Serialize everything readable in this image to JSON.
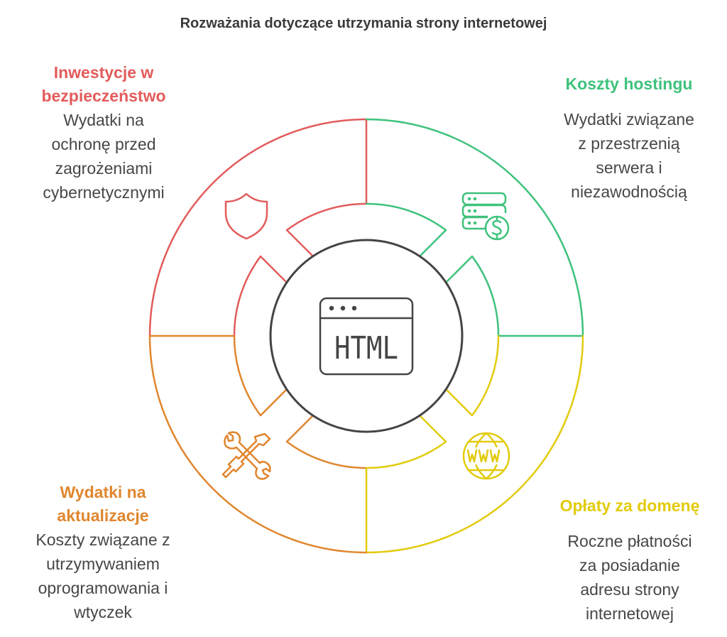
{
  "title": "Rozważania dotyczące utrzymania strony internetowej",
  "colors": {
    "red": "#e35b5b",
    "green": "#3ec27c",
    "yellow": "#e2cb0c",
    "orange": "#e0862e",
    "dark": "#444444"
  },
  "center": {
    "icon": "html-window-icon",
    "label": "HTML"
  },
  "sections": {
    "security": {
      "icon": "shield-icon",
      "heading": [
        "Inwestycje w",
        "bezpieczeństwo"
      ],
      "body": [
        "Wydatki na",
        "ochronę przed",
        "zagrożeniami",
        "cybernetycznymi"
      ]
    },
    "hosting": {
      "icon": "server-dollar-icon",
      "heading": [
        "Koszty hostingu"
      ],
      "body": [
        "Wydatki związane",
        "z przestrzenią",
        "serwera i",
        "niezawodnością"
      ]
    },
    "updates": {
      "icon": "tools-icon",
      "heading": [
        "Wydatki na",
        "aktualizacje"
      ],
      "body": [
        "Koszty związane z",
        "utrzymywaniem",
        "oprogramowania i",
        "wtyczek"
      ]
    },
    "domain": {
      "icon": "www-globe-icon",
      "heading": [
        "Opłaty za domenę"
      ],
      "body": [
        "Roczne płatności",
        "za posiadanie",
        "adresu strony",
        "internetowej"
      ]
    }
  }
}
